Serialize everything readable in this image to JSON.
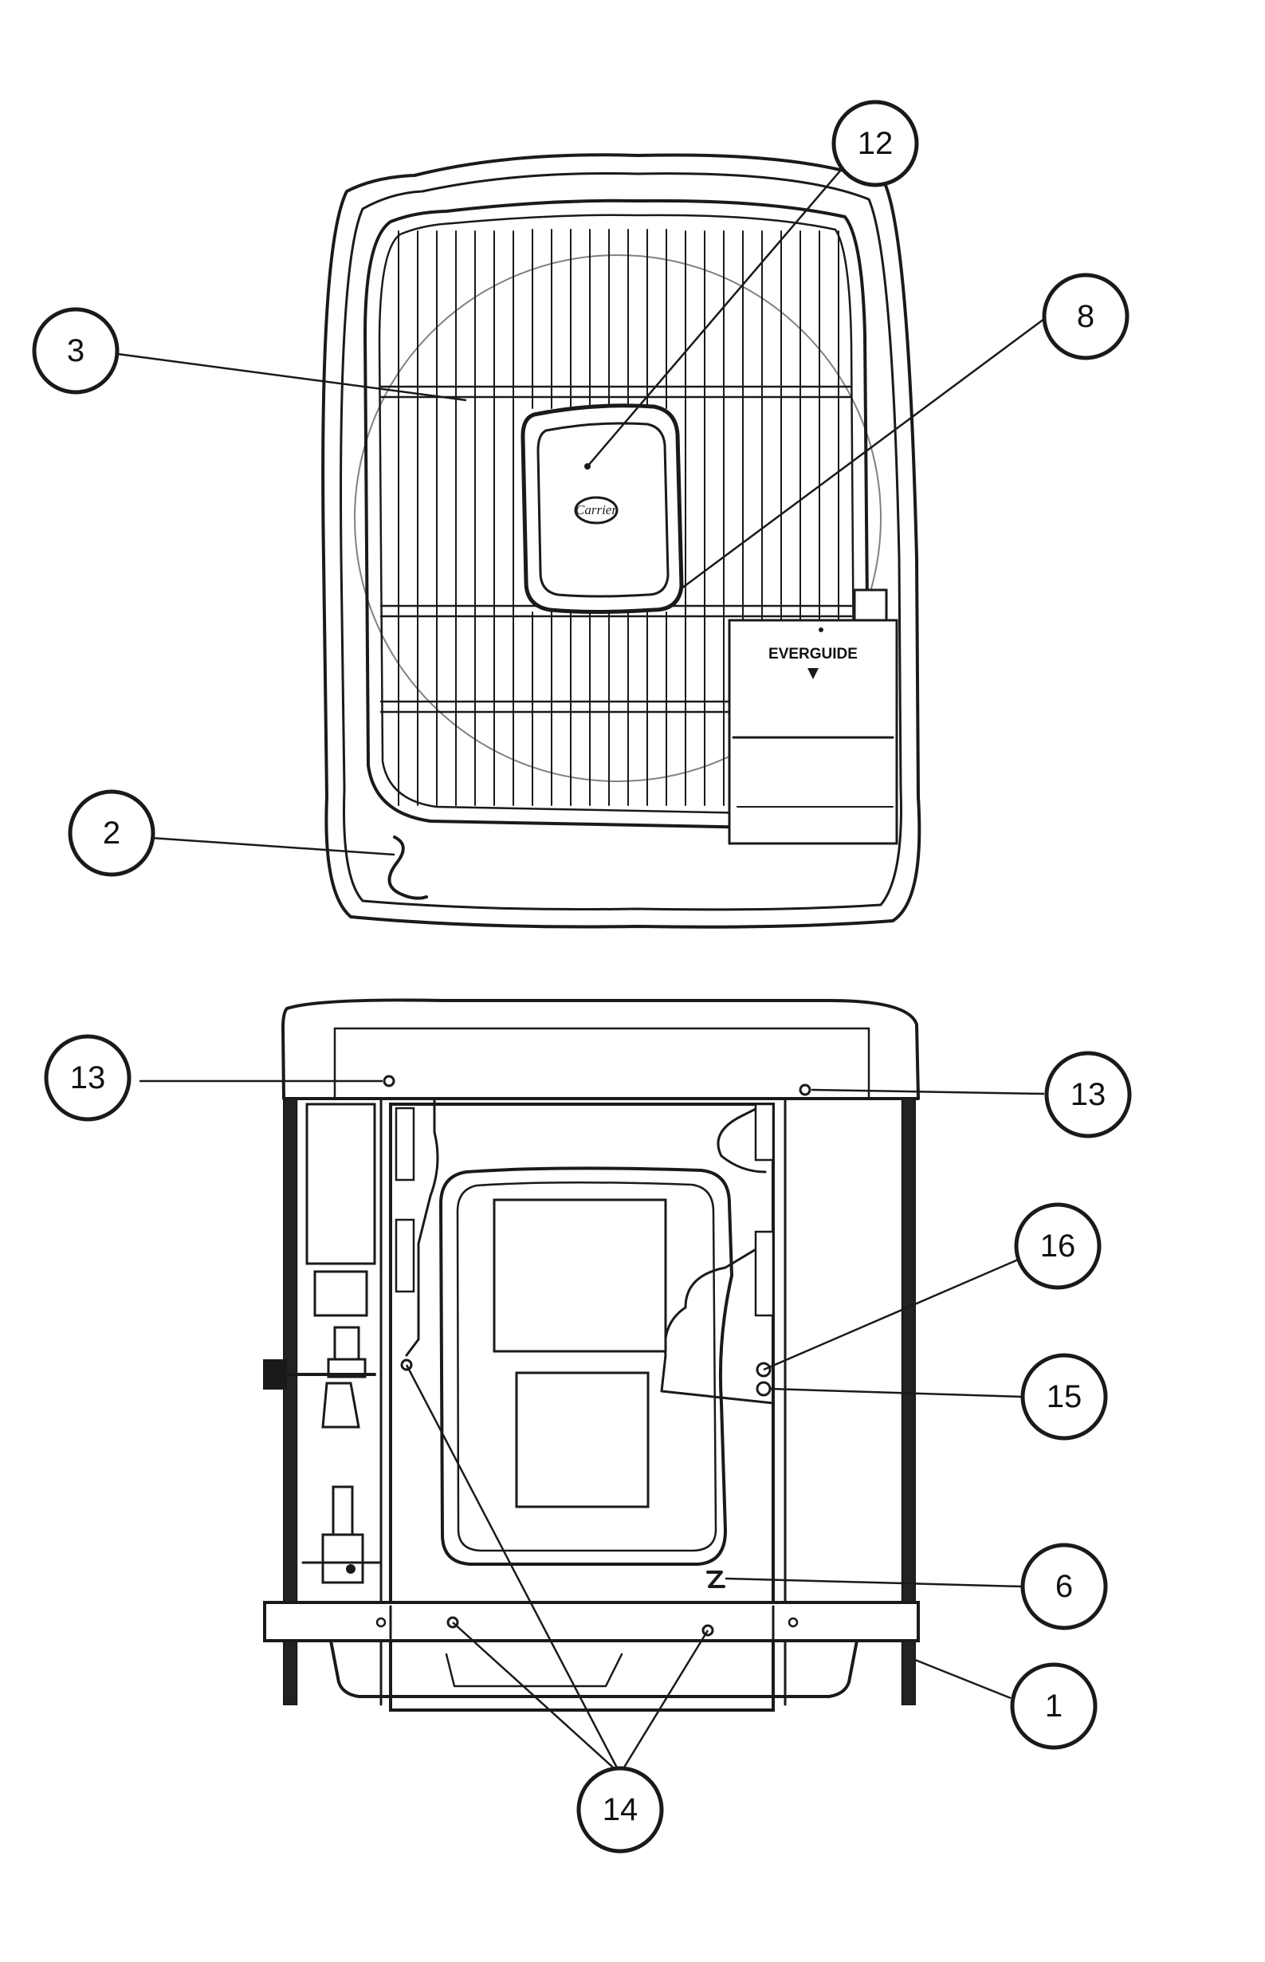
{
  "diagram": {
    "brand_label": "EVERGUIDE",
    "logo_text": "Carrier",
    "callouts": [
      {
        "id": "c12",
        "label": "12"
      },
      {
        "id": "c3",
        "label": "3"
      },
      {
        "id": "c8",
        "label": "8"
      },
      {
        "id": "c2",
        "label": "2"
      },
      {
        "id": "c13a",
        "label": "13"
      },
      {
        "id": "c13b",
        "label": "13"
      },
      {
        "id": "c16",
        "label": "16"
      },
      {
        "id": "c15",
        "label": "15"
      },
      {
        "id": "c6",
        "label": "6"
      },
      {
        "id": "c1",
        "label": "1"
      },
      {
        "id": "c14",
        "label": "14"
      }
    ]
  }
}
